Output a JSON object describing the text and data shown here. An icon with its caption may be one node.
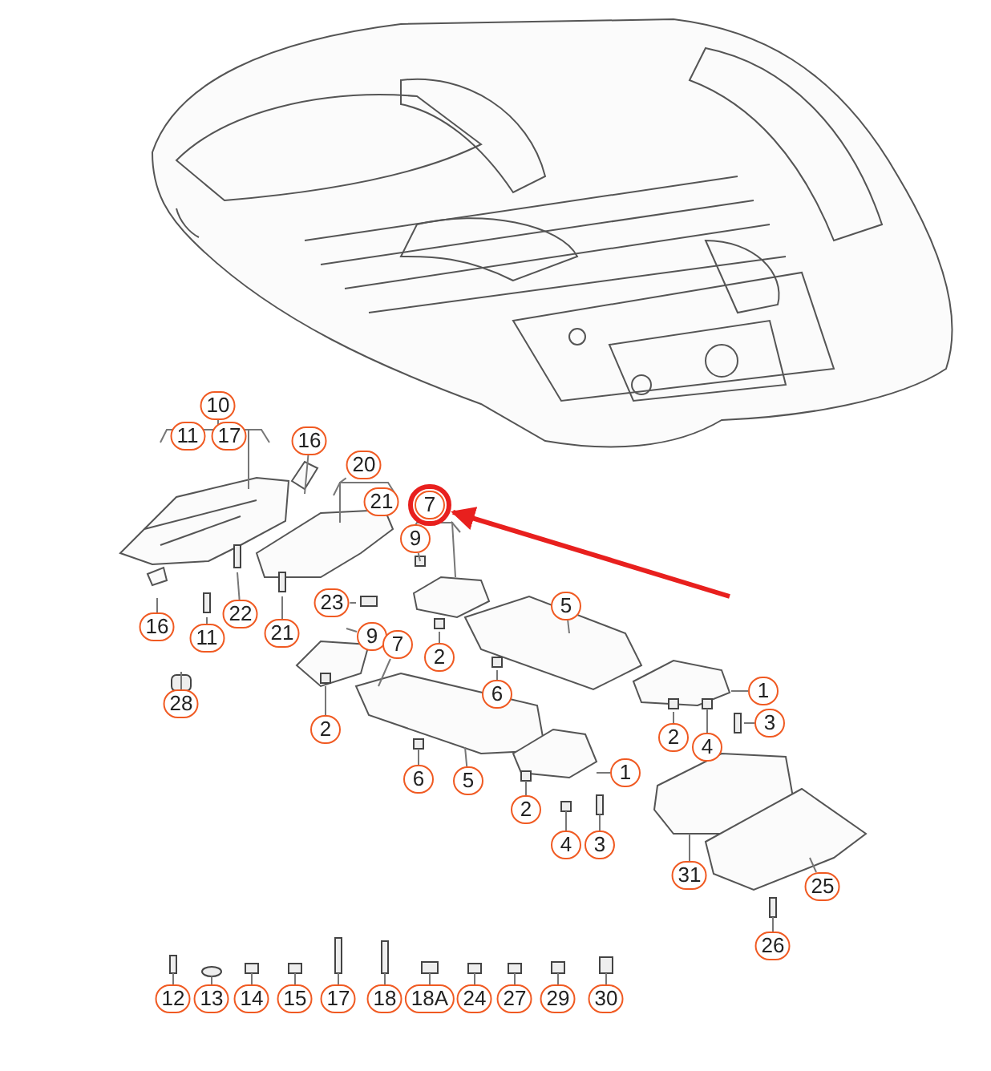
{
  "diagram": {
    "nodes": [
      {
        "text": [
          "10"
        ]
      },
      {
        "text": [
          "11"
        ]
      },
      {
        "text": [
          "17"
        ]
      },
      {
        "text": [
          "16"
        ]
      },
      {
        "text": [
          "20"
        ]
      },
      {
        "text": [
          "21"
        ]
      },
      {
        "text": [
          "7"
        ]
      },
      {
        "text": [
          "9"
        ]
      },
      {
        "text": [
          "16"
        ]
      },
      {
        "text": [
          "11"
        ]
      },
      {
        "text": [
          "22"
        ]
      },
      {
        "text": [
          "21"
        ]
      },
      {
        "text": [
          "23"
        ]
      },
      {
        "text": [
          "5"
        ]
      },
      {
        "text": [
          "9"
        ]
      },
      {
        "text": [
          "7"
        ]
      },
      {
        "text": [
          "2"
        ]
      },
      {
        "text": [
          "28"
        ]
      },
      {
        "text": [
          "6"
        ]
      },
      {
        "text": [
          "1"
        ]
      },
      {
        "text": [
          "3"
        ]
      },
      {
        "text": [
          "2"
        ]
      },
      {
        "text": [
          "2"
        ]
      },
      {
        "text": [
          "4"
        ]
      },
      {
        "text": [
          "6"
        ]
      },
      {
        "text": [
          "5"
        ]
      },
      {
        "text": [
          "1"
        ]
      },
      {
        "text": [
          "2"
        ]
      },
      {
        "text": [
          "4"
        ]
      },
      {
        "text": [
          "3"
        ]
      },
      {
        "text": [
          "31"
        ]
      },
      {
        "text": [
          "25"
        ]
      },
      {
        "text": [
          "26"
        ]
      },
      {
        "text": [
          "12"
        ]
      },
      {
        "text": [
          "13"
        ]
      },
      {
        "text": [
          "14"
        ]
      },
      {
        "text": [
          "15"
        ]
      },
      {
        "text": [
          "17"
        ]
      },
      {
        "text": [
          "18"
        ]
      },
      {
        "text": [
          "18A"
        ]
      },
      {
        "text": [
          "24"
        ]
      },
      {
        "text": [
          "27"
        ]
      },
      {
        "text": [
          "29"
        ]
      },
      {
        "text": [
          "30"
        ]
      }
    ],
    "edges": [
      {
        "from": 0,
        "to": null,
        "arrow": "none"
      },
      {
        "from": 3,
        "to": null,
        "arrow": "none"
      },
      {
        "from": 4,
        "to": null,
        "arrow": "none"
      },
      {
        "from": 6,
        "to": null,
        "arrow": "none"
      },
      {
        "from": 7,
        "to": null,
        "arrow": "none"
      },
      {
        "from": 8,
        "to": null,
        "arrow": "none"
      },
      {
        "from": 9,
        "to": null,
        "arrow": "none"
      },
      {
        "from": 10,
        "to": null,
        "arrow": "none"
      },
      {
        "from": 11,
        "to": null,
        "arrow": "none"
      },
      {
        "from": 12,
        "to": null,
        "arrow": "none"
      },
      {
        "from": 13,
        "to": null,
        "arrow": "none"
      },
      {
        "from": 14,
        "to": null,
        "arrow": "none"
      },
      {
        "from": 15,
        "to": null,
        "arrow": "none"
      },
      {
        "from": 16,
        "to": null,
        "arrow": "none"
      },
      {
        "from": 17,
        "to": null,
        "arrow": "none"
      },
      {
        "from": 18,
        "to": null,
        "arrow": "none"
      },
      {
        "from": 19,
        "to": null,
        "arrow": "none"
      },
      {
        "from": 20,
        "to": null,
        "arrow": "none"
      },
      {
        "from": 21,
        "to": null,
        "arrow": "none"
      },
      {
        "from": 22,
        "to": null,
        "arrow": "none"
      },
      {
        "from": 23,
        "to": null,
        "arrow": "none"
      },
      {
        "from": 24,
        "to": null,
        "arrow": "none"
      },
      {
        "from": 25,
        "to": null,
        "arrow": "none"
      },
      {
        "from": 26,
        "to": null,
        "arrow": "none"
      },
      {
        "from": 27,
        "to": null,
        "arrow": "none"
      },
      {
        "from": 28,
        "to": null,
        "arrow": "none"
      },
      {
        "from": 29,
        "to": null,
        "arrow": "none"
      },
      {
        "from": 30,
        "to": null,
        "arrow": "none"
      },
      {
        "from": 31,
        "to": null,
        "arrow": "none"
      },
      {
        "from": 32,
        "to": null,
        "arrow": "none"
      },
      {
        "from": 33,
        "to": null,
        "arrow": "none"
      },
      {
        "from": 34,
        "to": null,
        "arrow": "none"
      },
      {
        "from": 35,
        "to": null,
        "arrow": "none"
      },
      {
        "from": 36,
        "to": null,
        "arrow": "none"
      },
      {
        "from": 37,
        "to": null,
        "arrow": "none"
      },
      {
        "from": 38,
        "to": null,
        "arrow": "none"
      },
      {
        "from": 39,
        "to": null,
        "arrow": "none"
      },
      {
        "from": 40,
        "to": null,
        "arrow": "none"
      },
      {
        "from": 41,
        "to": null,
        "arrow": "none"
      },
      {
        "from": 42,
        "to": null,
        "arrow": "none"
      },
      {
        "from": 43,
        "to": null,
        "arrow": "none"
      },
      {
        "from": null,
        "to": 6,
        "arrow": "to",
        "style": "thick",
        "color": "#e8201e"
      }
    ]
  }
}
